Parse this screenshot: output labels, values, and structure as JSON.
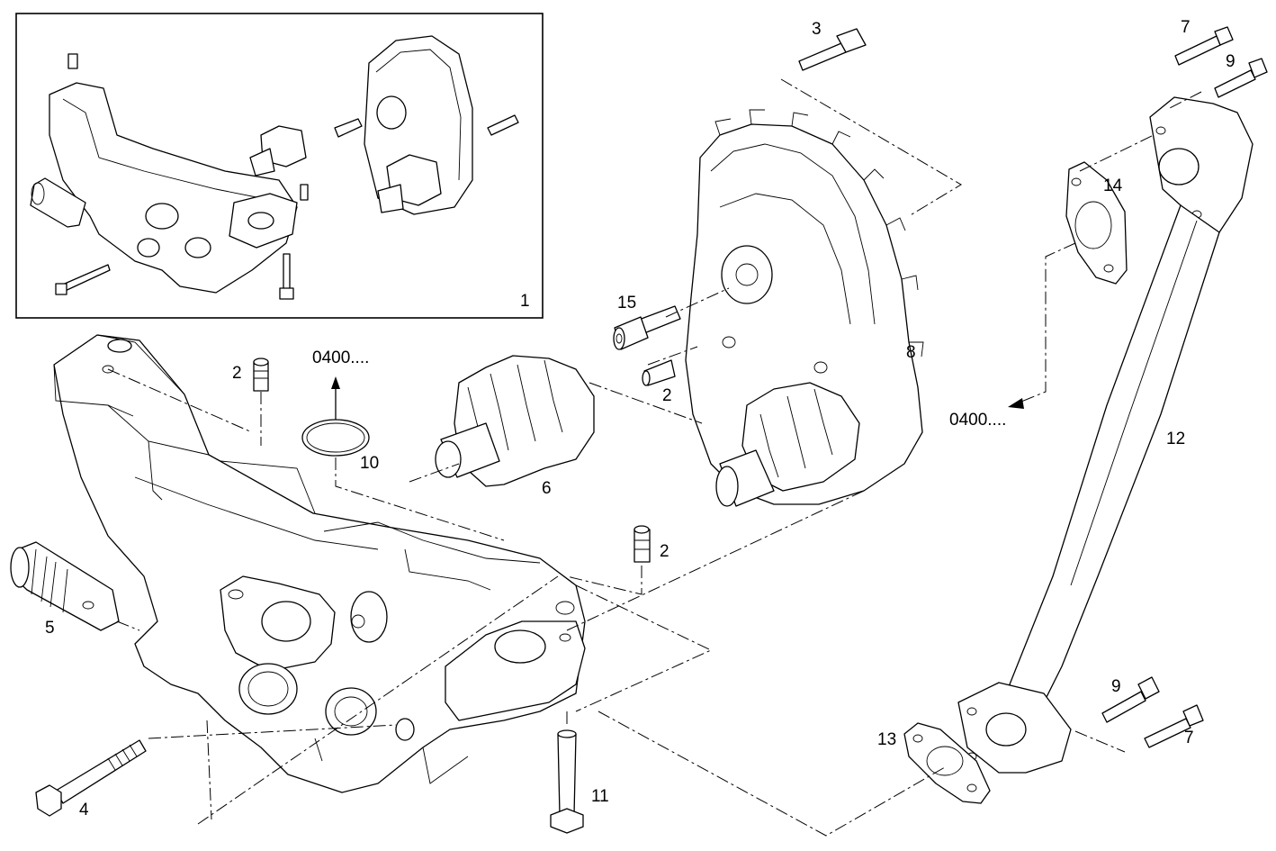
{
  "labels": {
    "inset": "1",
    "spring_pin_a": "2",
    "spring_pin_b": "2",
    "spring_pin_c": "2",
    "bolt_top": "3",
    "bolt_long": "4",
    "valve": "5",
    "driven_gear": "6",
    "bolt_7_top": "7",
    "bolt_7_bottom": "7",
    "pump_cover": "8",
    "bolt_9_top": "9",
    "bolt_9_bottom": "9",
    "o_ring": "10",
    "stud": "11",
    "suction_pipe": "12",
    "gasket_13": "13",
    "gasket_14": "14",
    "screw_15": "15"
  },
  "references": {
    "ref_top": "0400....",
    "ref_right": "0400...."
  }
}
